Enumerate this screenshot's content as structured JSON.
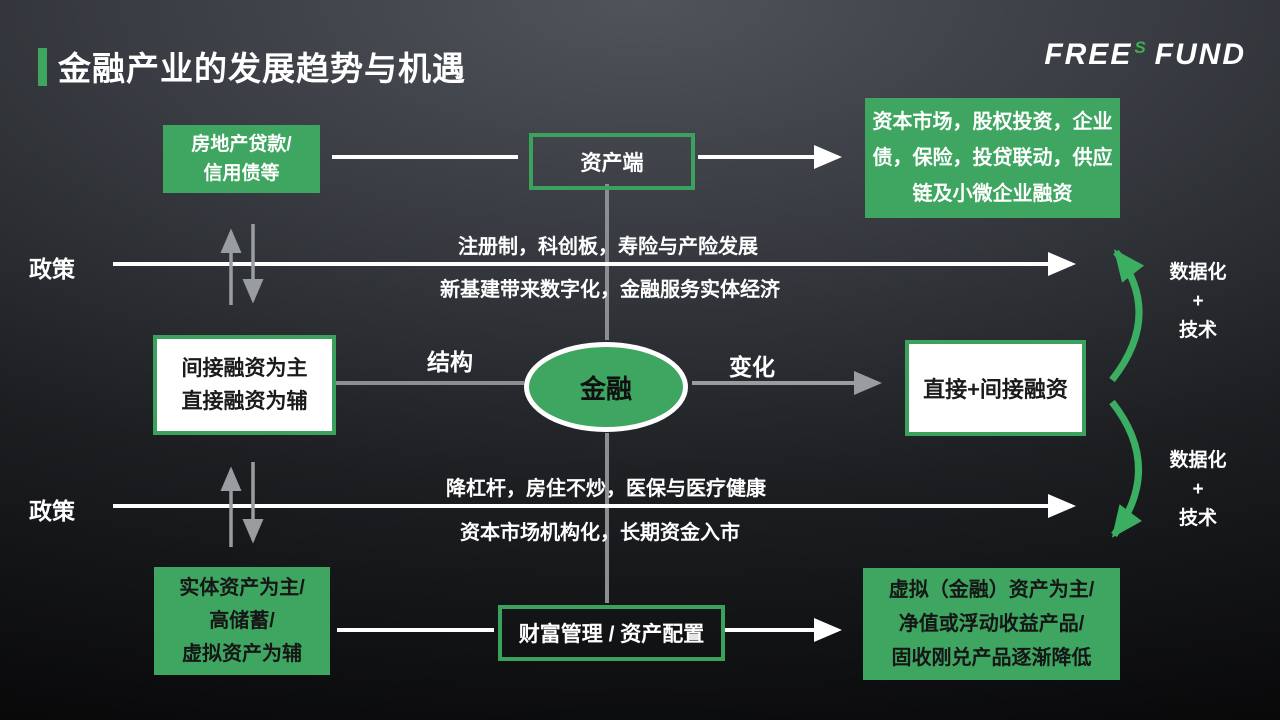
{
  "title": "金融产业的发展趋势与机遇",
  "logo": {
    "free": "FREE",
    "s": "S",
    "fund": "FUND"
  },
  "colors": {
    "accent_green": "#3EA660",
    "arrow_white": "#FFFFFF",
    "arrow_gray": "#9A9DA0"
  },
  "top_row": {
    "left_box": {
      "line1": "房地产贷款/",
      "line2": "信用债等"
    },
    "center_box": {
      "label": "资产端"
    },
    "right_box": {
      "line1": "资本市场，股权投资，企业",
      "line2": "债，保险，投贷联动，供应",
      "line3": "链及小微企业融资"
    }
  },
  "policy_top": {
    "label": "政策",
    "above_line": "注册制，科创板，寿险与产险发展",
    "below_line": "新基建带来数字化，金融服务实体经济"
  },
  "middle_row": {
    "left_box": {
      "line1": "间接融资为主",
      "line2": "直接融资为辅"
    },
    "structure_label": "结构",
    "center_ellipse": {
      "label": "金融"
    },
    "change_label": "变化",
    "right_box": {
      "label": "直接+间接融资"
    }
  },
  "data_tech_upper": {
    "line1": "数据化",
    "line2": "+",
    "line3": "技术"
  },
  "data_tech_lower": {
    "line1": "数据化",
    "line2": "+",
    "line3": "技术"
  },
  "policy_bottom": {
    "label": "政策",
    "above_line": "降杠杆，房住不炒，医保与医疗健康",
    "below_line": "资本市场机构化，长期资金入市"
  },
  "bottom_row": {
    "left_box": {
      "line1": "实体资产为主/",
      "line2": "高储蓄/",
      "line3": "虚拟资产为辅"
    },
    "center_box": {
      "label": "财富管理 / 资产配置"
    },
    "right_box": {
      "line1": "虚拟（金融）资产为主/",
      "line2": "净值或浮动收益产品/",
      "line3": "固收刚兑产品逐渐降低"
    }
  }
}
